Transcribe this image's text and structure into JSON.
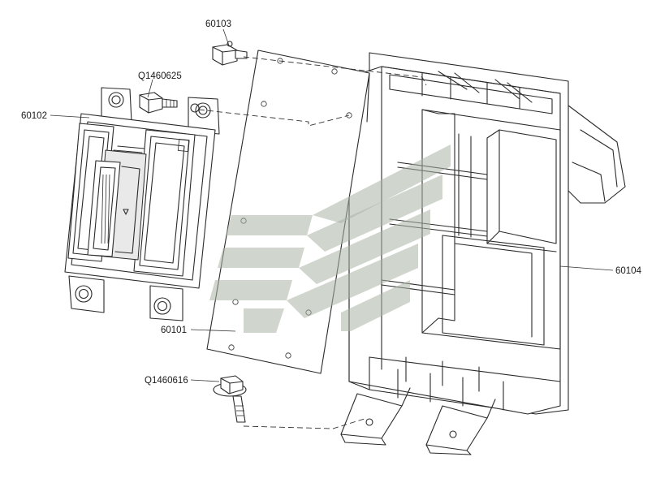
{
  "callouts": {
    "c1": "60103",
    "c2": "Q1460625",
    "c3": "60102",
    "c4": "60101",
    "c5": "Q1460616",
    "c6": "60104"
  },
  "colors": {
    "line": "#2a2a2a",
    "watermark": "#a9b5a5",
    "background": "#ffffff"
  }
}
